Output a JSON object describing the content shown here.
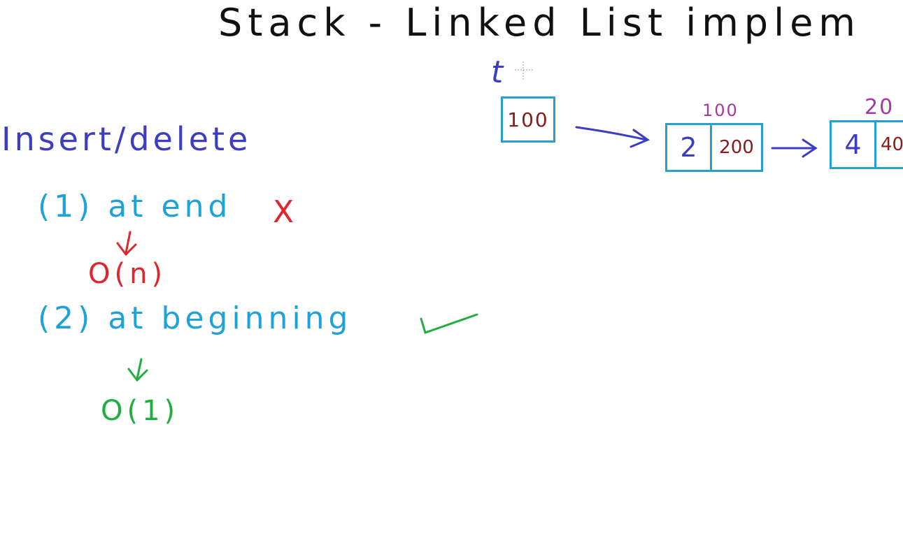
{
  "board": {
    "title": "Stack - Linked List implem",
    "pointer_label": "t",
    "pointer_box_value": "100",
    "nodes": [
      {
        "address": "100",
        "data": "2",
        "next": "200"
      },
      {
        "address": "20",
        "data": "4",
        "next": "40"
      }
    ],
    "heading": "Insert/delete",
    "items": [
      {
        "label": "(1) at end",
        "mark": "X",
        "complexity": "O(n)"
      },
      {
        "label": "(2) at beginning",
        "mark": "check",
        "complexity": "O(1)"
      }
    ]
  },
  "colors": {
    "title": "#111111",
    "ink_blue": "#3b3ec0",
    "ink_cyan": "#1fa3d6",
    "ink_red": "#e0252c",
    "ink_green": "#1fae3f",
    "ink_maroon": "#8b1a1a",
    "ink_purple": "#a23aa0",
    "box": "#25a0cf"
  },
  "icons": {
    "end_mark": "cross-icon",
    "beginning_mark": "checkmark-icon"
  }
}
